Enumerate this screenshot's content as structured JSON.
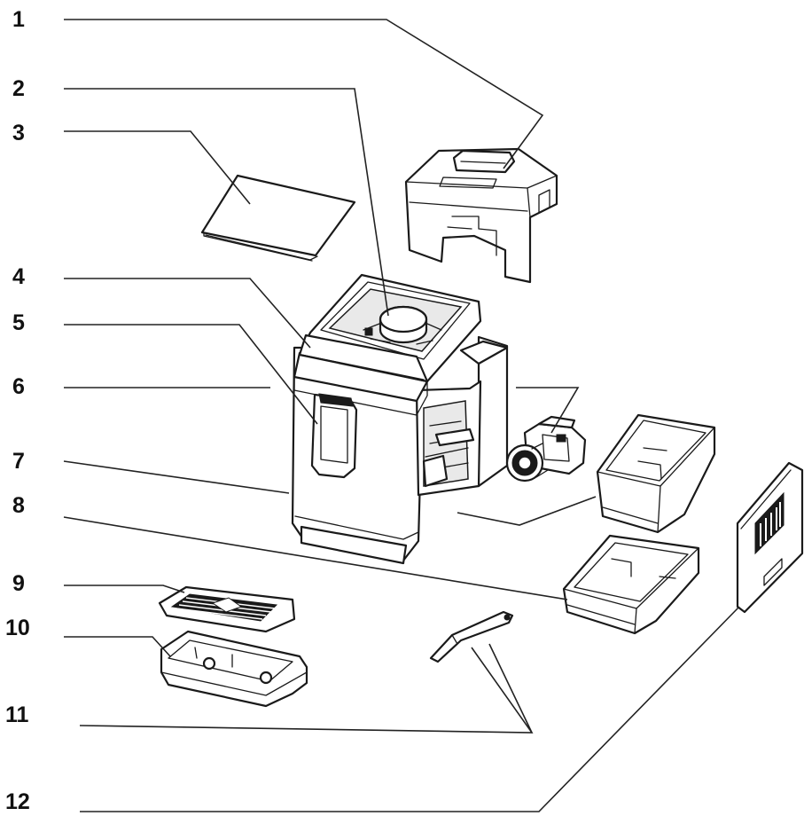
{
  "labels": [
    {
      "id": "1",
      "text": "1",
      "part": "water-tank-lid"
    },
    {
      "id": "2",
      "text": "2",
      "part": "bean-hopper-cap"
    },
    {
      "id": "3",
      "text": "3",
      "part": "hopper-lid"
    },
    {
      "id": "4",
      "text": "4",
      "part": "control-panel"
    },
    {
      "id": "5",
      "text": "5",
      "part": "coffee-spout"
    },
    {
      "id": "6",
      "text": "6",
      "part": "brewing-unit"
    },
    {
      "id": "7",
      "text": "7",
      "part": "machine-body"
    },
    {
      "id": "8",
      "text": "8",
      "part": "grounds-container"
    },
    {
      "id": "9",
      "text": "9",
      "part": "drip-grid"
    },
    {
      "id": "10",
      "text": "10",
      "part": "drip-tray"
    },
    {
      "id": "11",
      "text": "11",
      "part": "measuring-spoon"
    },
    {
      "id": "12",
      "text": "12",
      "part": "service-door"
    }
  ],
  "colors": {
    "line": "#1a1a1a",
    "background": "#ffffff"
  }
}
